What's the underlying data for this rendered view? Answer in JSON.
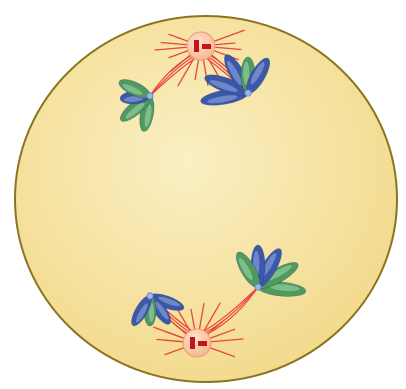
{
  "colors": {
    "background": "#ffffff",
    "cell_fill_light": "#fbf0c4",
    "cell_fill_dark": "#f2d98a",
    "cell_border": "#8b7420",
    "spindle_fiber": "#e8453c",
    "centrosome_fill": "#f7b58e",
    "centriole": "#c4141b",
    "chromatid_green": "#4f9a5e",
    "chromatid_green_light": "#9fd6a8",
    "chromatid_blue": "#3c58a8",
    "chromatid_blue_light": "#8ea6e0",
    "centromere": "#9bb3e6"
  },
  "diagram": {
    "subject": "anaphase",
    "poles": [
      "top",
      "bottom"
    ],
    "chromosome_groups": [
      {
        "pole": "top",
        "side": "left",
        "arms": [
          "green",
          "green",
          "blue",
          "green"
        ]
      },
      {
        "pole": "top",
        "side": "right",
        "arms": [
          "blue",
          "blue",
          "blue",
          "green",
          "blue"
        ]
      },
      {
        "pole": "bottom",
        "side": "left",
        "arms": [
          "blue",
          "blue",
          "green",
          "blue"
        ]
      },
      {
        "pole": "bottom",
        "side": "right",
        "arms": [
          "green",
          "green",
          "blue",
          "blue",
          "green"
        ]
      }
    ]
  }
}
